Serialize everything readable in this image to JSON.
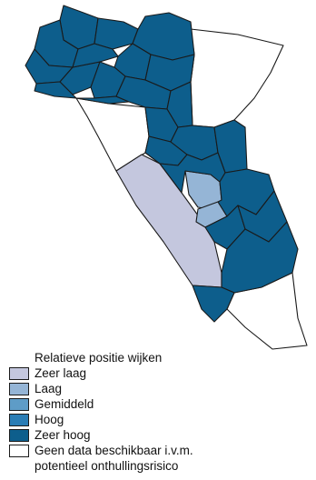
{
  "legend": {
    "title": "Relatieve positie wijken",
    "items": [
      {
        "label": "Zeer laag",
        "color": "#c4c7de"
      },
      {
        "label": "Laag",
        "color": "#95b5d6"
      },
      {
        "label": "Gemiddeld",
        "color": "#5e9cc7"
      },
      {
        "label": "Hoog",
        "color": "#2a7db5"
      },
      {
        "label": "Zeer hoog",
        "color": "#0d5e8c"
      }
    ],
    "nodata": {
      "line1": "Geen data beschikbaar i.v.m.",
      "line2": "potentieel onthullingsrisico",
      "color": "#ffffff"
    }
  },
  "map": {
    "districts": [
      {
        "category": 0
      },
      {
        "category": 1
      },
      {
        "category": 1
      },
      {
        "category": 4
      },
      {
        "category": 4
      },
      {
        "category": 4
      },
      {
        "category": 4
      },
      {
        "category": 4
      },
      {
        "category": 4
      },
      {
        "category": 4
      },
      {
        "category": 4
      },
      {
        "category": 4
      },
      {
        "category": 4
      },
      {
        "category": 4
      },
      {
        "category": 4
      },
      {
        "category": 4
      },
      {
        "category": 4
      },
      {
        "category": 4
      },
      {
        "category": 4
      },
      {
        "category": 4
      },
      {
        "category": 4
      },
      {
        "category": 4
      },
      {
        "category": 4
      },
      {
        "category": 4
      },
      {
        "category": 4
      },
      {
        "category": 4
      },
      {
        "category": 4
      },
      {
        "category": "nodata"
      },
      {
        "category": "nodata"
      },
      {
        "category": "nodata"
      }
    ]
  }
}
